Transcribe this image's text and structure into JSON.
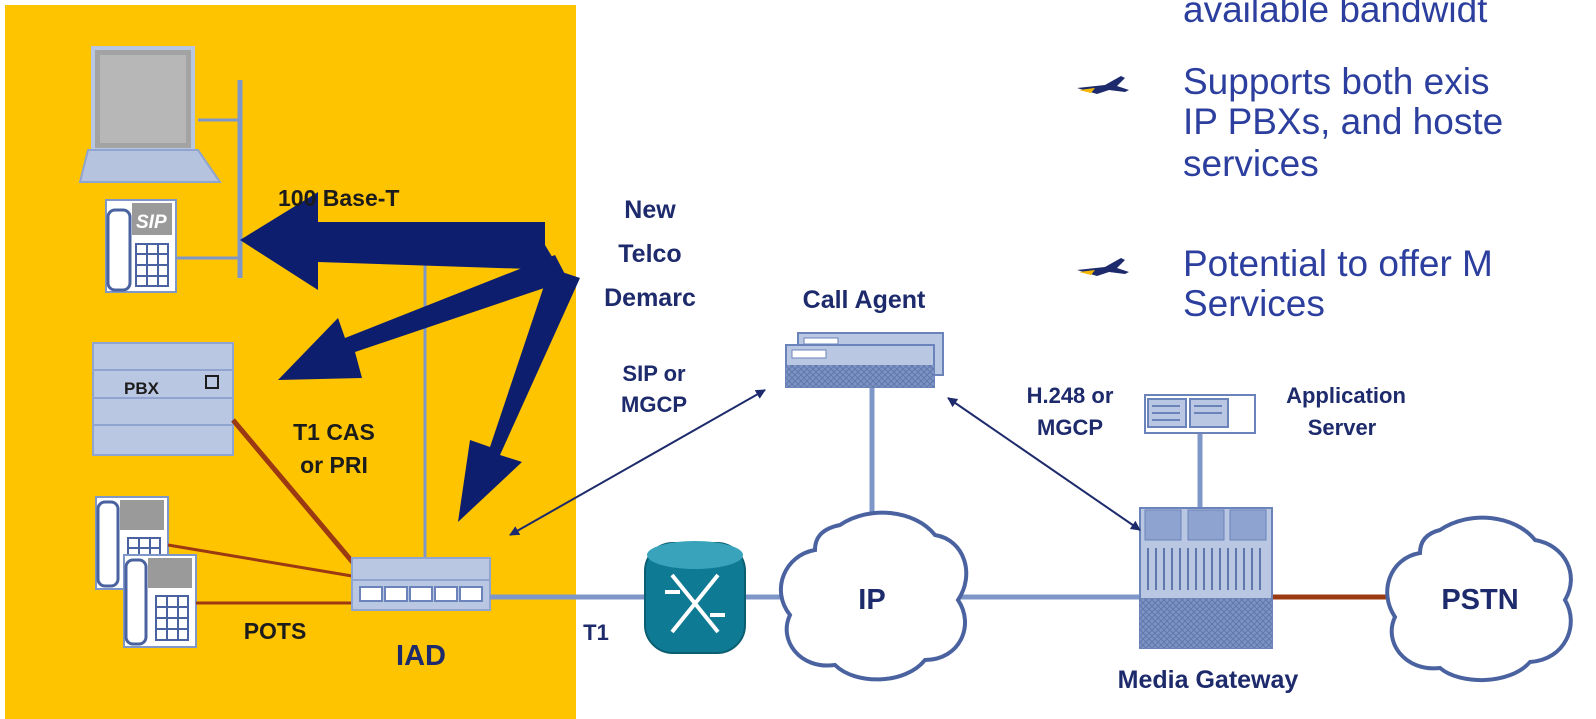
{
  "bullets": [
    {
      "lines": [
        "available bandwidt"
      ]
    },
    {
      "lines": [
        "Supports both exis",
        "IP PBXs, and hoste",
        "services"
      ]
    },
    {
      "lines": [
        "Potential to offer M",
        "Services"
      ]
    }
  ],
  "labels": {
    "base_t": "100 Base-T",
    "demarc_1": "New",
    "demarc_2": "Telco",
    "demarc_3": "Demarc",
    "call_agent": "Call Agent",
    "sip_1": "SIP or",
    "sip_2": "MGCP",
    "h248_1": "H.248 or",
    "h248_2": "MGCP",
    "app_1": "Application",
    "app_2": "Server",
    "t1cas_1": "T1 CAS",
    "t1cas_2": "or PRI",
    "pots": "POTS",
    "iad": "IAD",
    "t1": "T1",
    "ip": "IP",
    "pstn": "PSTN",
    "media_gateway": "Media Gateway",
    "pbx": "PBX",
    "sip_phone": "SIP"
  },
  "colors": {
    "premises": "#ffc400",
    "arrow": "#0d1e6e",
    "link": "#7f97c8",
    "trunk": "#9b3a12",
    "bullet_text": "#2c3f9e"
  }
}
